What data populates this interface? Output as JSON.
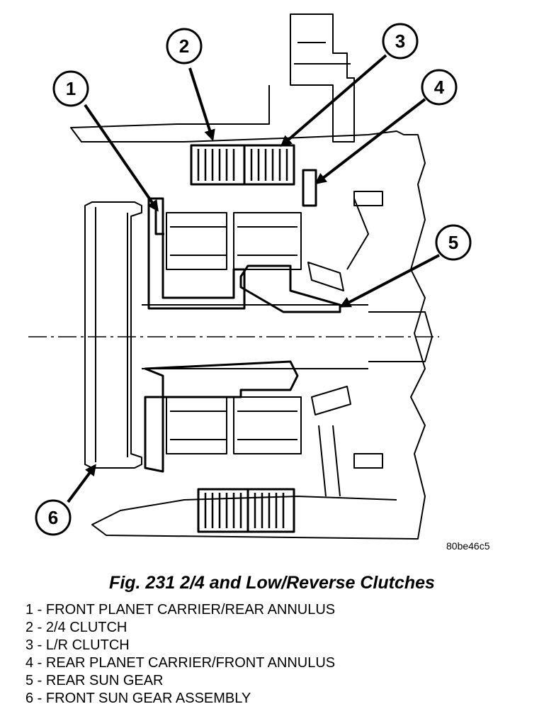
{
  "figure": {
    "code": "80be46c5",
    "caption": "Fig. 231 2/4 and Low/Reverse Clutches"
  },
  "callouts": [
    "1",
    "2",
    "3",
    "4",
    "5",
    "6"
  ],
  "legend": [
    {
      "num": "1",
      "text": "FRONT PLANET CARRIER/REAR ANNULUS"
    },
    {
      "num": "2",
      "text": "2/4 CLUTCH"
    },
    {
      "num": "3",
      "text": "L/R CLUTCH"
    },
    {
      "num": "4",
      "text": "REAR PLANET CARRIER/FRONT ANNULUS"
    },
    {
      "num": "5",
      "text": "REAR SUN GEAR"
    },
    {
      "num": "6",
      "text": "FRONT SUN GEAR ASSEMBLY"
    }
  ]
}
